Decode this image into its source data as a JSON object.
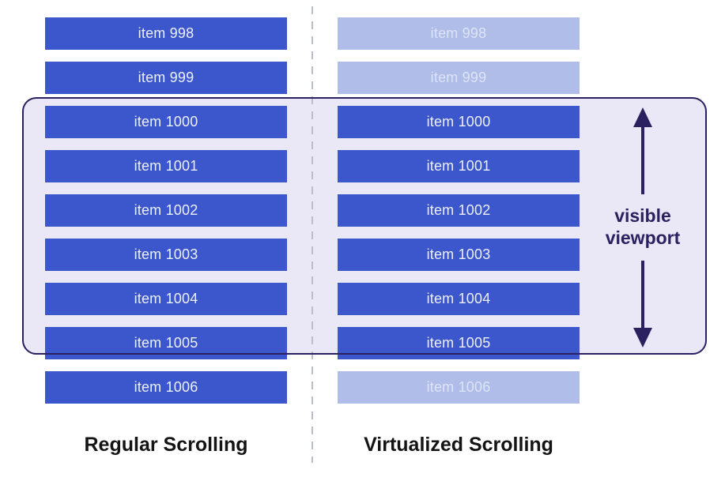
{
  "theme": {
    "item_blue": "#3b57cb",
    "item_faded_blue": "#b0bde8",
    "item_text": "#edf0fb",
    "item_text_faded": "#dde4f6",
    "viewport_fill": "#eae8f6",
    "viewport_navy": "#2b2060",
    "divider_gray": "#b9bfc9",
    "label_black": "#141414"
  },
  "viewport": {
    "label": "visible viewport"
  },
  "columns": [
    {
      "label": "Regular Scrolling",
      "items": [
        {
          "label": "item 998",
          "state": "rendered"
        },
        {
          "label": "item 999",
          "state": "rendered"
        },
        {
          "label": "item 1000",
          "state": "rendered"
        },
        {
          "label": "item 1001",
          "state": "rendered"
        },
        {
          "label": "item 1002",
          "state": "rendered"
        },
        {
          "label": "item 1003",
          "state": "rendered"
        },
        {
          "label": "item 1004",
          "state": "rendered"
        },
        {
          "label": "item 1005",
          "state": "rendered"
        },
        {
          "label": "item 1006",
          "state": "rendered"
        }
      ]
    },
    {
      "label": "Virtualized Scrolling",
      "items": [
        {
          "label": "item 998",
          "state": "placeholder"
        },
        {
          "label": "item 999",
          "state": "placeholder"
        },
        {
          "label": "item 1000",
          "state": "rendered"
        },
        {
          "label": "item 1001",
          "state": "rendered"
        },
        {
          "label": "item 1002",
          "state": "rendered"
        },
        {
          "label": "item 1003",
          "state": "rendered"
        },
        {
          "label": "item 1004",
          "state": "rendered"
        },
        {
          "label": "item 1005",
          "state": "rendered"
        },
        {
          "label": "item 1006",
          "state": "placeholder"
        }
      ]
    }
  ]
}
